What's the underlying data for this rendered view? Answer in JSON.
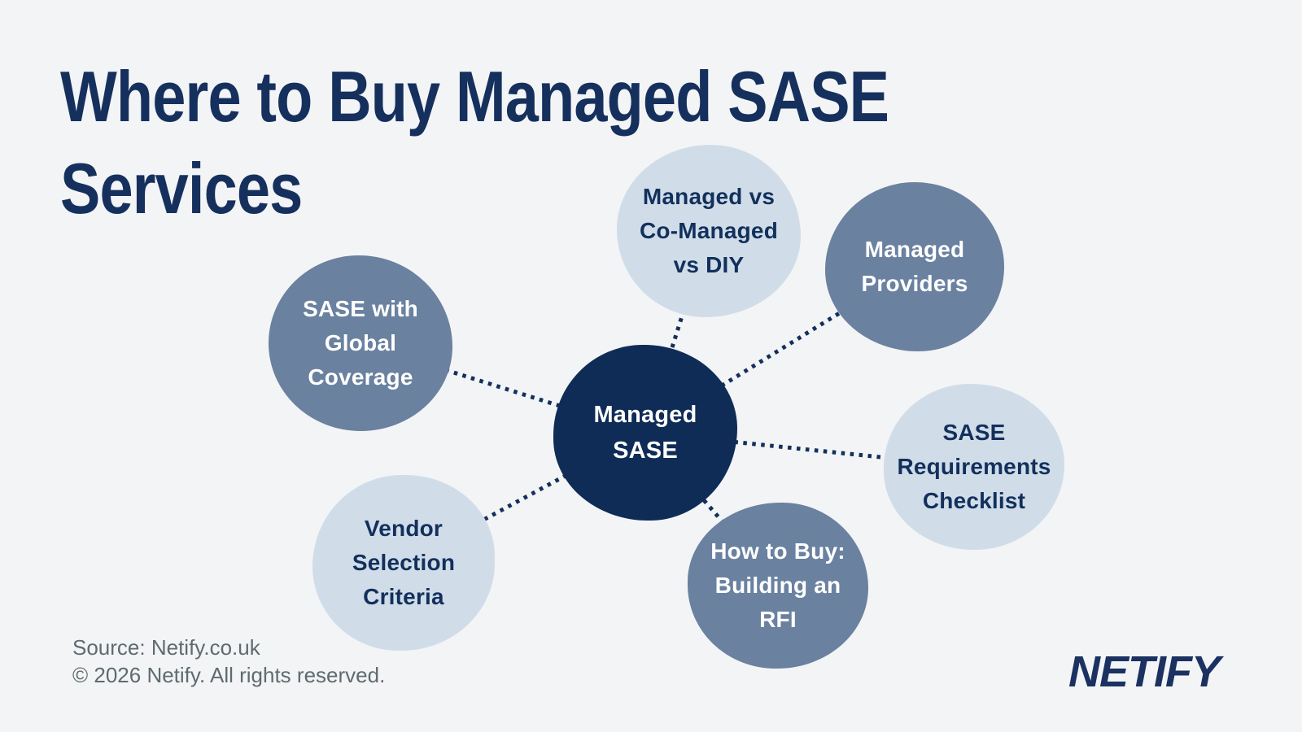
{
  "colors": {
    "background": "#f3f4f5",
    "title_navy": "#16305e",
    "center_circle_navy": "#0e2c56",
    "slate_blue_circle": "#6a81a0",
    "light_blue_circle": "#d0dde9",
    "connector_dots": "#13305c",
    "footer_gray": "#5e6b70",
    "logo_navy": "#1a3161"
  },
  "title": {
    "line1": "Where to Buy Managed SASE",
    "line2": "Services"
  },
  "diagram": {
    "center": {
      "label": "Managed\nSASE"
    },
    "nodes": [
      {
        "id": "managed-vs-co-managed-vs-diy",
        "label": "Managed vs\nCo-Managed\nvs DIY",
        "tone": "light"
      },
      {
        "id": "managed-providers",
        "label": "Managed\nProviders",
        "tone": "slate"
      },
      {
        "id": "sase-requirements-checklist",
        "label": "SASE\nRequirements\nChecklist",
        "tone": "light"
      },
      {
        "id": "how-to-buy-building-an-rfi",
        "label": "How to Buy:\nBuilding an\nRFI",
        "tone": "slate"
      },
      {
        "id": "vendor-selection-criteria",
        "label": "Vendor\nSelection\nCriteria",
        "tone": "light"
      },
      {
        "id": "sase-with-global-coverage",
        "label": "SASE with\nGlobal\nCoverage",
        "tone": "slate"
      }
    ]
  },
  "footer": {
    "source": "Source: Netify.co.uk",
    "copyright": "© 2026 Netify. All rights reserved."
  },
  "logo": {
    "text": "NETIFY"
  }
}
